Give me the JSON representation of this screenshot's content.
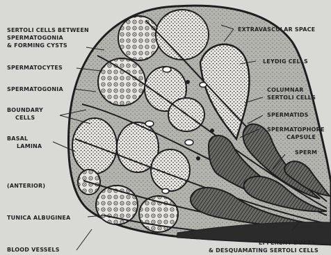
{
  "labels": {
    "sertoli_line1": "SERTOLI CELLS BETWEEN",
    "sertoli_line2": "SPERMATOGONIA",
    "sertoli_line3": "& FORMING CYSTS",
    "spermatocytes": "SPERMATOCYTES",
    "spermatogonia": "SPERMATOGONIA",
    "boundary_line1": "BOUNDARY",
    "boundary_line2": "CELLS",
    "basal_line1": "BASAL",
    "basal_line2": "LAMINA",
    "anterior": "(ANTERIOR)",
    "tunica": "TUNICA ALBUGINEA",
    "blood": "BLOOD VESSELS",
    "extravascular": "EXTRAVASCULAR SPACE",
    "leydig": "LEYDIG CELLS",
    "columnar_line1": "COLUMNAR",
    "columnar_line2": "SERTOLI CELLS",
    "spermatids": "SPERMATIDS",
    "spermatophore_line1": "SPERMATOPHORE",
    "spermatophore_line2": "CAPSULE",
    "sperm": "SPERM",
    "efferent_line1": "EFFERENT DUCTS",
    "efferent_line2": "& DESQUAMATING SERTOLI CELLS"
  },
  "colors": {
    "background": "#d9d9d6",
    "ink": "#1e1e1e",
    "tissue": "#a9a9a5",
    "cyst": "#ecebe6",
    "dark_fill": "#2b2b2b"
  }
}
